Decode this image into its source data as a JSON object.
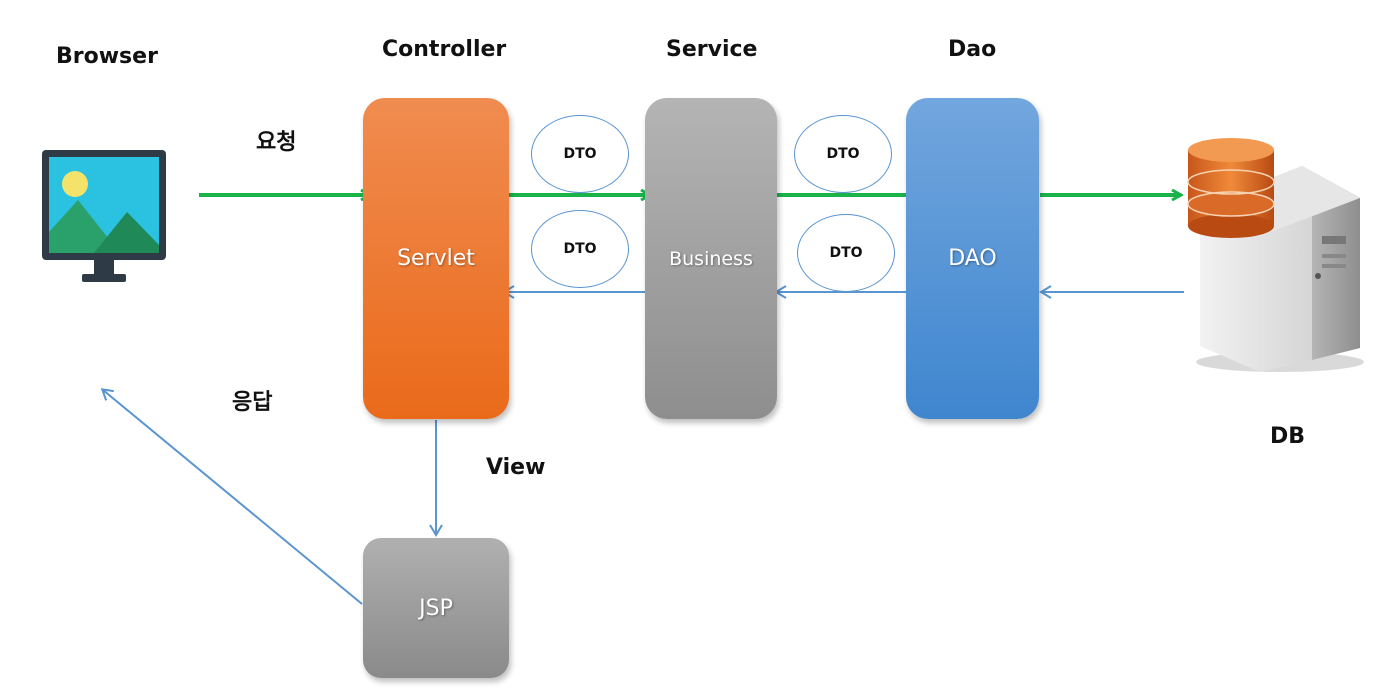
{
  "headings": {
    "browser": "Browser",
    "controller": "Controller",
    "service": "Service",
    "dao": "Dao",
    "db": "DB",
    "view": "View"
  },
  "labels": {
    "request": "요청",
    "response": "응답"
  },
  "boxes": {
    "servlet": "Servlet",
    "business": "Business",
    "dao": "DAO",
    "jsp": "JSP"
  },
  "dto": [
    "DTO",
    "DTO",
    "DTO",
    "DTO"
  ],
  "colors": {
    "request_arrow": "#19b34a",
    "response_arrow": "#5b95d0",
    "servlet": "#ee7a2f",
    "business": "#a0a0a0",
    "dao": "#5796d8",
    "jsp": "#9d9d9d"
  },
  "icons": {
    "browser": "monitor-icon",
    "db": "database-server-icon"
  }
}
